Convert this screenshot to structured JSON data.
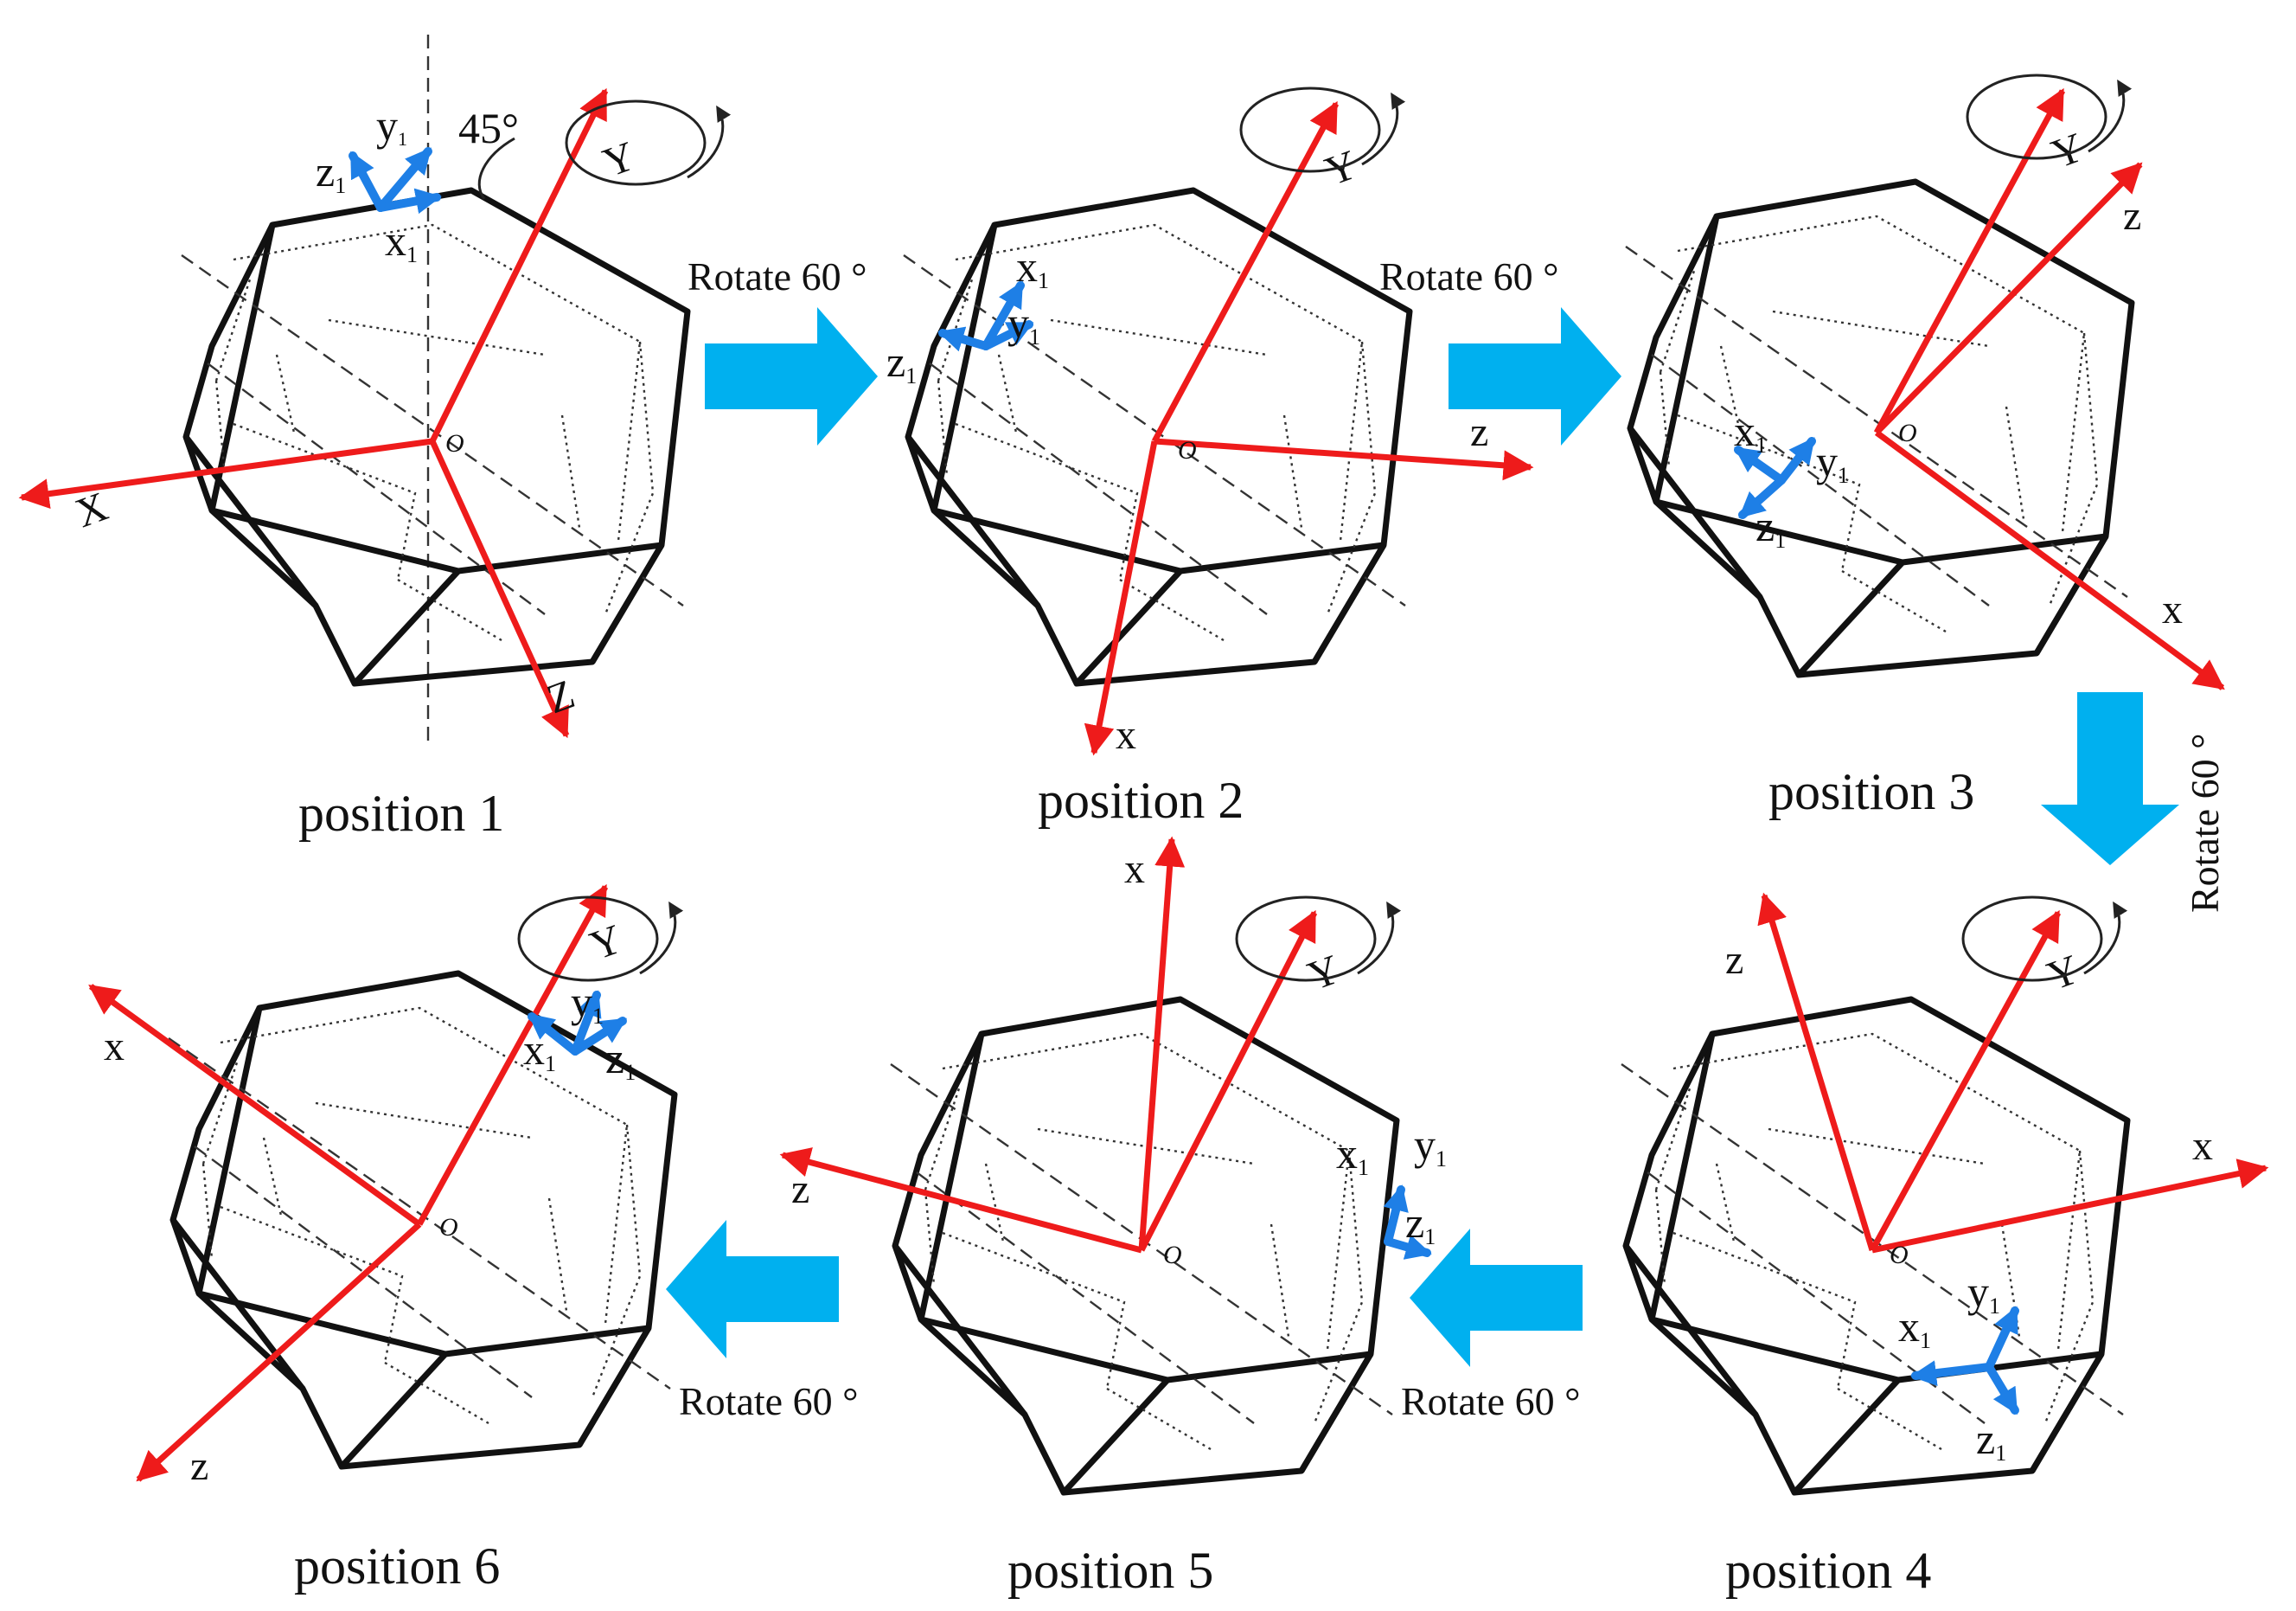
{
  "figure": {
    "angle_label": "45°",
    "rotate_label": "Rotate 60 °",
    "origin_label": "O",
    "positions": [
      {
        "caption": "position  1",
        "axes": {
          "a": "X",
          "b": "Y",
          "c": "Z"
        },
        "local": {
          "x": "x",
          "y": "y",
          "z": "z",
          "sub": "1"
        }
      },
      {
        "caption": "position  2",
        "axes": {
          "a": "z",
          "b": "Y",
          "c": "x"
        },
        "local": {
          "x": "x",
          "y": "y",
          "z": "z",
          "sub": "1"
        }
      },
      {
        "caption": "position  3",
        "axes": {
          "a": "z",
          "b": "Y",
          "c": "x"
        },
        "local": {
          "x": "x",
          "y": "y",
          "z": "z",
          "sub": "1"
        }
      },
      {
        "caption": "position  4",
        "axes": {
          "a": "z",
          "b": "Y",
          "c": "x"
        },
        "local": {
          "x": "x",
          "y": "y",
          "z": "z",
          "sub": "1"
        }
      },
      {
        "caption": "position  5",
        "axes": {
          "a": "x",
          "b": "Y",
          "c": "z"
        },
        "local": {
          "x": "x",
          "y": "y",
          "z": "z",
          "sub": "1"
        }
      },
      {
        "caption": "position  6",
        "axes": {
          "a": "x",
          "b": "Y",
          "c": "z"
        },
        "local": {
          "x": "x",
          "y": "y",
          "z": "z",
          "sub": "1"
        }
      }
    ]
  },
  "colors": {
    "axis": "#ee1b1b",
    "local_axis": "#1e7fe6",
    "arrow": "#00b0ef",
    "edges": "#111111"
  }
}
